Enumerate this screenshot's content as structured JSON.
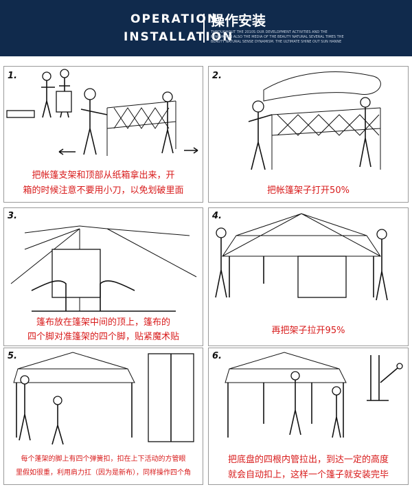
{
  "header": {
    "title_en_line1": "OPERATION",
    "title_en_line2": "INSTALLATION",
    "title_cn": "操作安装",
    "fine_print": "THROUGHOUT THE 2010S OUR DEVELOPMENT ACTIVITIES AND THE INNOVATION ALSO THE MEDIA OF THE BEAUTY NATURAL SEVERAL TIMES THE BEAUTY NATURAL SENSE DYNAMISM. THE ULTIMATE SHINE OUT SUN HANNE"
  },
  "steps": [
    {
      "number": "1.",
      "caption_line1": "把帐篷支架和顶部从纸箱拿出来，开",
      "caption_line2": "箱的时候注意不要用小刀，以免划破里面"
    },
    {
      "number": "2.",
      "caption_line1": "把帐篷架子打开50%",
      "caption_line2": ""
    },
    {
      "number": "3.",
      "caption_line1": "篷布放在篷架中间的顶上，篷布的",
      "caption_line2": "四个脚对准篷架的四个脚，贴紧魔术贴"
    },
    {
      "number": "4.",
      "caption_line1": "再把架子拉开95%",
      "caption_line2": ""
    },
    {
      "number": "5.",
      "caption_line1": "每个蓬架的脚上有四个弹簧扣，扣在上下活动的方管眼",
      "caption_line2": "里假如很重，利用肩力扛（因为是新布），同样操作四个角"
    },
    {
      "number": "6.",
      "caption_line1": "把底盘的四根内管拉出，到达一定的高度",
      "caption_line2": "就会自动扣上，这样一个篷子就安装完毕"
    }
  ],
  "colors": {
    "header_bg": "#102a4c",
    "caption": "#d81a1a"
  }
}
